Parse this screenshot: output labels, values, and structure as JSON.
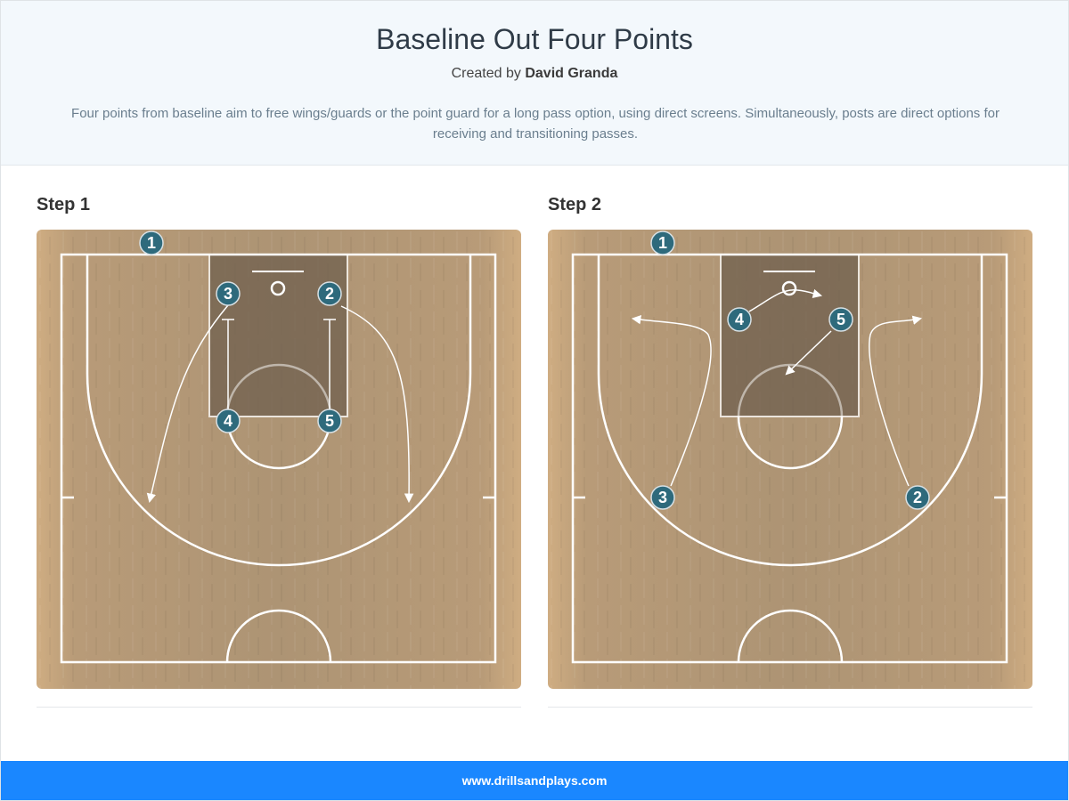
{
  "header": {
    "title": "Baseline Out Four Points",
    "created_by_prefix": "Created by",
    "author": "David Granda",
    "description": "Four points from baseline aim to free wings/guards or the point guard for a long pass option, using direct screens. Simultaneously, posts are direct options for receiving and transitioning passes."
  },
  "steps": [
    {
      "title": "Step 1",
      "players": [
        "1",
        "3",
        "2",
        "4",
        "5"
      ]
    },
    {
      "title": "Step 2",
      "players": [
        "1",
        "4",
        "5",
        "3",
        "2"
      ]
    }
  ],
  "footer": {
    "url": "www.drillsandplays.com"
  },
  "colors": {
    "footer": "#1a87ff",
    "player_marker": "#2e6a7c",
    "court_wood": "#c6a57b",
    "paint": "#6f5f4e",
    "court_lines": "#ffffff"
  }
}
